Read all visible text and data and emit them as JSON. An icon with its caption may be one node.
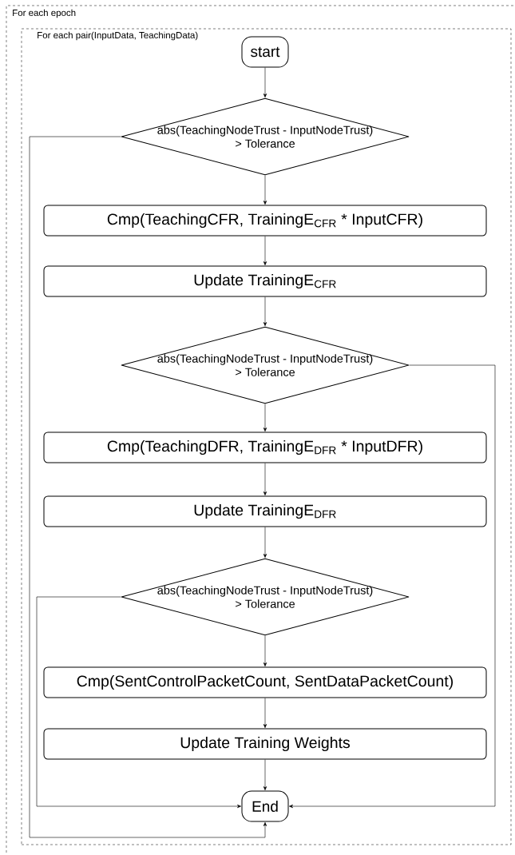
{
  "diagram": {
    "nodes": [
      {
        "text": [
          "For each epoch"
        ]
      },
      {
        "text": [
          "For each pair(InputData, TeachingData)"
        ],
        "in": 0
      },
      {
        "text": [
          "start"
        ],
        "in": 1
      },
      {
        "text": [
          "abs(TeachingNodeTrust - InputNodeTrust) > Tolerance"
        ],
        "in": 1
      },
      {
        "text": [
          "Cmp(TeachingCFR, TrainingE$_{CFR}$ * InputCFR)"
        ],
        "in": 1
      },
      {
        "text": [
          "Update TrainingE$_{CFR}$"
        ],
        "in": 1
      },
      {
        "text": [
          "abs(TeachingNodeTrust - InputNodeTrust) > Tolerance"
        ],
        "in": 1
      },
      {
        "text": [
          "Cmp(TeachingDFR, TrainingE$_{DFR}$ * InputDFR)"
        ],
        "in": 1
      },
      {
        "text": [
          "Update TrainingE$_{DFR}$"
        ],
        "in": 1
      },
      {
        "text": [
          "abs(TeachingNodeTrust - InputNodeTrust) > Tolerance"
        ],
        "in": 1
      },
      {
        "text": [
          "Cmp(SentControlPacketCount, SentDataPacketCount)"
        ],
        "in": 1
      },
      {
        "text": [
          "Update Training Weights"
        ],
        "in": 1
      },
      {
        "text": [
          "End"
        ],
        "in": 1
      }
    ],
    "edges": [
      {
        "from": 2,
        "to": 3,
        "arrow": "to"
      },
      {
        "from": 3,
        "to": 4,
        "arrow": "to"
      },
      {
        "from": 4,
        "to": 5,
        "arrow": "to"
      },
      {
        "from": 5,
        "to": 6,
        "arrow": "to"
      },
      {
        "from": 6,
        "to": 7,
        "arrow": "to"
      },
      {
        "from": 7,
        "to": 8,
        "arrow": "to"
      },
      {
        "from": 8,
        "to": 9,
        "arrow": "to"
      },
      {
        "from": 9,
        "to": 10,
        "arrow": "to"
      },
      {
        "from": 10,
        "to": 11,
        "arrow": "to"
      },
      {
        "from": 11,
        "to": 12,
        "arrow": "to"
      },
      {
        "from": 3,
        "to": 12,
        "arrow": "to"
      },
      {
        "from": 6,
        "to": 12,
        "arrow": "to"
      },
      {
        "from": 9,
        "to": 12,
        "arrow": "to"
      }
    ]
  }
}
